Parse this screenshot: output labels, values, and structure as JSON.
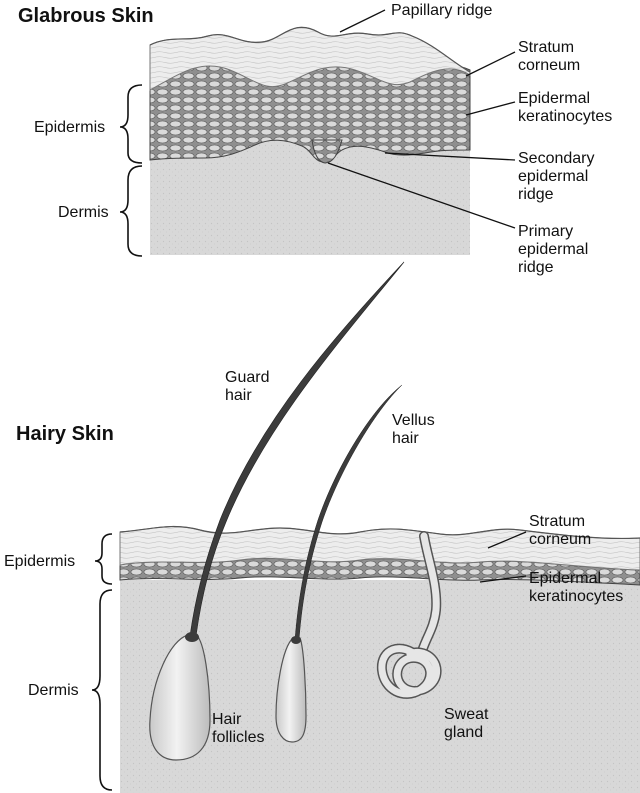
{
  "glabrous": {
    "title": "Glabrous Skin",
    "papillary_ridge": "Papillary ridge",
    "stratum_corneum": [
      "Stratum",
      "corneum"
    ],
    "epidermal_keratinocytes": [
      "Epidermal",
      "keratinocytes"
    ],
    "secondary_epidermal_ridge": [
      "Secondary",
      "epidermal",
      "ridge"
    ],
    "primary_epidermal_ridge": [
      "Primary",
      "epidermal",
      "ridge"
    ],
    "epidermis": "Epidermis",
    "dermis": "Dermis"
  },
  "hairy": {
    "title": "Hairy Skin",
    "guard_hair": [
      "Guard",
      "hair"
    ],
    "vellus_hair": [
      "Vellus",
      "hair"
    ],
    "stratum_corneum": [
      "Stratum",
      "corneum"
    ],
    "epidermal_keratinocytes": [
      "Epidermal",
      "keratinocytes"
    ],
    "epidermis": "Epidermis",
    "dermis": "Dermis",
    "hair_follicles": [
      "Hair",
      "follicles"
    ],
    "sweat_gland": [
      "Sweat",
      "gland"
    ]
  },
  "colors": {
    "dermis": "#d6d6d6",
    "corneum": "#ececec",
    "keratinocyte_layer": "#9c9c9c",
    "cell": "#d9d9d9",
    "hair": "#3c3c3c",
    "follicle": "#e4e4e4"
  }
}
